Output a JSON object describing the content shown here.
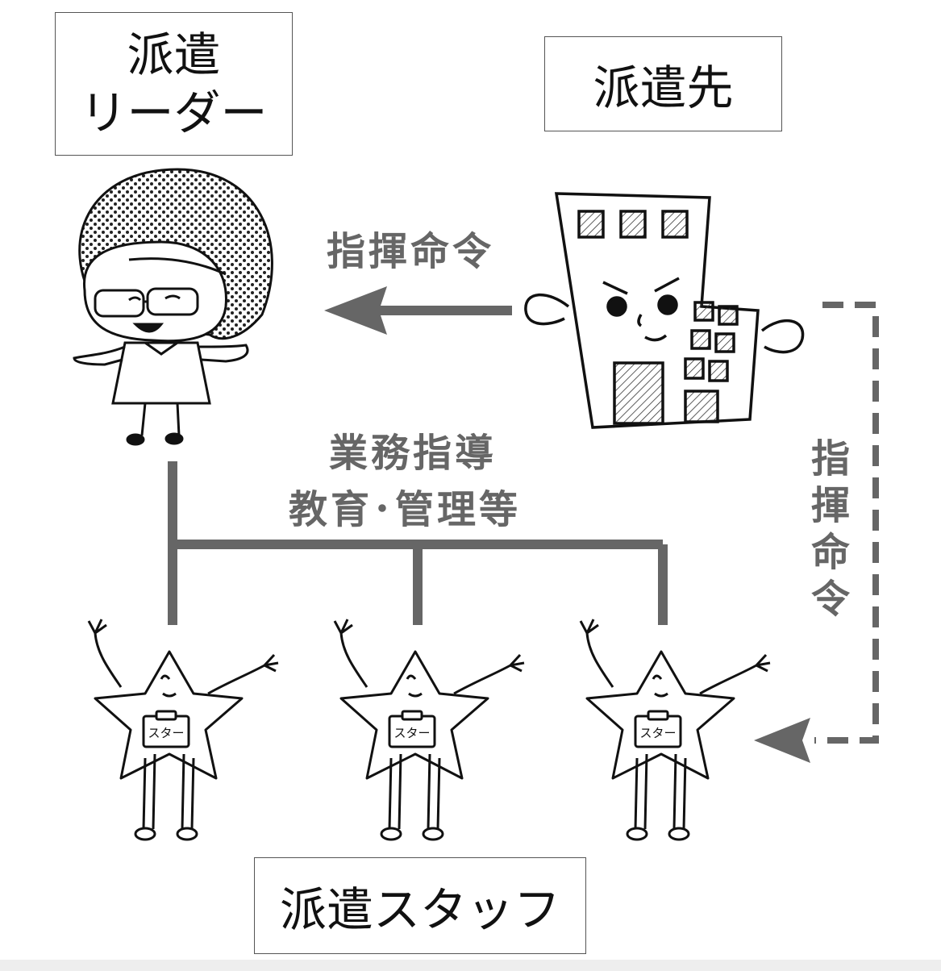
{
  "boxes": {
    "leader_line1": "派遣",
    "leader_line2": "リーダー",
    "client": "派遣先",
    "staff": "派遣スタッフ"
  },
  "labels": {
    "command_horizontal": "指揮命令",
    "guidance_line1": "業務指導",
    "guidance_line2": "教育･管理等",
    "command_vertical": [
      "指",
      "揮",
      "命",
      "令"
    ]
  },
  "staff_badge": "スター",
  "colors": {
    "arrow": "#666666",
    "frame": "#555555",
    "text": "#111111"
  },
  "icons": [
    "leader-character-icon",
    "building-character-icon",
    "star-staff-icon"
  ]
}
